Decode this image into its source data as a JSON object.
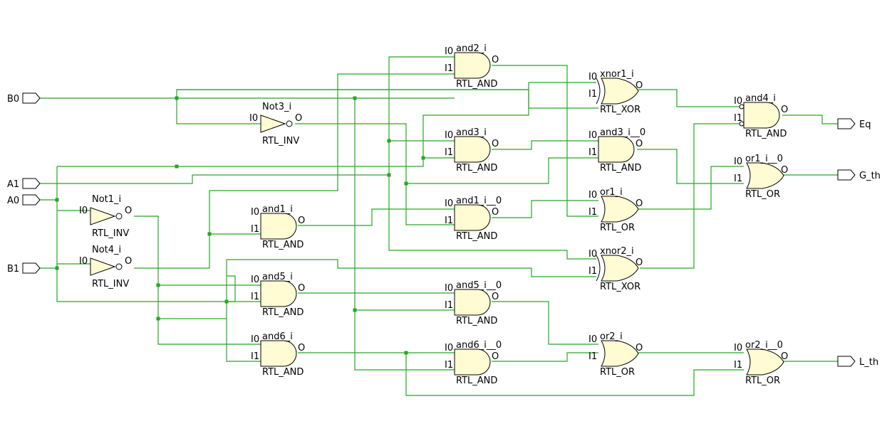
{
  "colors": {
    "wire": "#26a626",
    "gate_fill": "#fffbd3",
    "outline": "#000000"
  },
  "inputs": [
    {
      "id": "B0",
      "label": "B0"
    },
    {
      "id": "A1",
      "label": "A1"
    },
    {
      "id": "A0",
      "label": "A0"
    },
    {
      "id": "B1",
      "label": "B1"
    }
  ],
  "outputs": [
    {
      "id": "Eq",
      "label": "Eq"
    },
    {
      "id": "G_th",
      "label": "G_th"
    },
    {
      "id": "L_th",
      "label": "L_th"
    }
  ],
  "pin_labels": {
    "i0": "I0",
    "i1": "I1",
    "o": "O"
  },
  "gates": [
    {
      "id": "and2_i",
      "name": "and2_i",
      "type": "RTL_AND"
    },
    {
      "id": "xnor1_i",
      "name": "xnor1_i",
      "type": "RTL_XOR"
    },
    {
      "id": "and4_i",
      "name": "and4_i",
      "type": "RTL_AND"
    },
    {
      "id": "Not3_i",
      "name": "Not3_i",
      "type": "RTL_INV"
    },
    {
      "id": "and3_i",
      "name": "and3_i",
      "type": "RTL_AND"
    },
    {
      "id": "and3_i__0",
      "name": "and3_i__0",
      "type": "RTL_AND"
    },
    {
      "id": "or1_i__0",
      "name": "or1_i__0",
      "type": "RTL_OR"
    },
    {
      "id": "Not1_i",
      "name": "Not1_i",
      "type": "RTL_INV"
    },
    {
      "id": "and1_i",
      "name": "and1_i",
      "type": "RTL_AND"
    },
    {
      "id": "and1_i__0",
      "name": "and1_i__0",
      "type": "RTL_AND"
    },
    {
      "id": "or1_i",
      "name": "or1_i",
      "type": "RTL_OR"
    },
    {
      "id": "Not4_i",
      "name": "Not4_i",
      "type": "RTL_INV"
    },
    {
      "id": "xnor2_i",
      "name": "xnor2_i",
      "type": "RTL_XOR"
    },
    {
      "id": "and5_i",
      "name": "and5_i",
      "type": "RTL_AND"
    },
    {
      "id": "and5_i__0",
      "name": "and5_i__0",
      "type": "RTL_AND"
    },
    {
      "id": "and6_i",
      "name": "and6_i",
      "type": "RTL_AND"
    },
    {
      "id": "and6_i__0",
      "name": "and6_i__0",
      "type": "RTL_AND"
    },
    {
      "id": "or2_i",
      "name": "or2_i",
      "type": "RTL_OR"
    },
    {
      "id": "or2_i__0",
      "name": "or2_i__0",
      "type": "RTL_OR"
    }
  ]
}
